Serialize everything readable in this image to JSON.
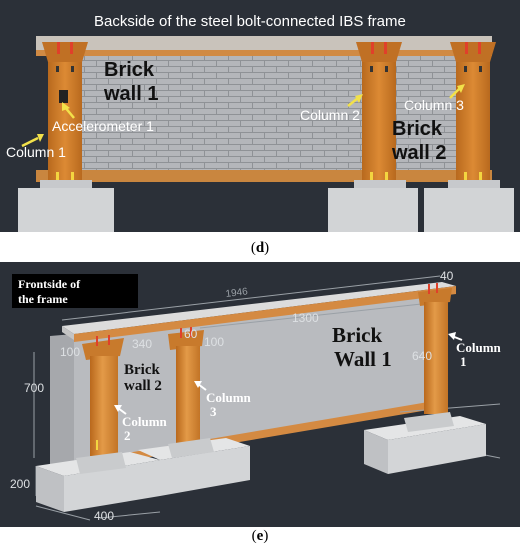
{
  "panel_d": {
    "caption_letter": "d",
    "title": "Backside of the steel bolt-connected IBS frame",
    "wall_1": [
      "Brick",
      "wall 1"
    ],
    "wall_2": [
      "Brick",
      "wall 2"
    ],
    "accelerometer": "Accelerometer 1",
    "column_1": "Column 1",
    "column_2": "Column 2",
    "column_3": "Column 3"
  },
  "panel_e": {
    "caption_letter": "e",
    "frontside_label": [
      "Frontside of",
      "the frame"
    ],
    "wall_1": [
      "Brick",
      "Wall 1"
    ],
    "wall_2": [
      "Brick",
      "wall 2"
    ],
    "column_1": [
      "Column",
      "1"
    ],
    "column_2": [
      "Column",
      "2"
    ],
    "column_3": [
      "Column",
      "3"
    ],
    "dimensions": {
      "top_length": "1946",
      "top_40": "40",
      "span_1300": "1300",
      "span_340": "340",
      "col_60": "60",
      "dim_100_mid": "100",
      "dim_100_left": "100",
      "col_640": "640",
      "height_700": "700",
      "footing_200": "200",
      "footing_400": "400"
    }
  },
  "colors": {
    "background": "#2b3038",
    "wall": "#b7b9bd",
    "column": "#d07d2b",
    "footing": "#d2d4d6",
    "annotation_arrow": "#f2e14a"
  }
}
